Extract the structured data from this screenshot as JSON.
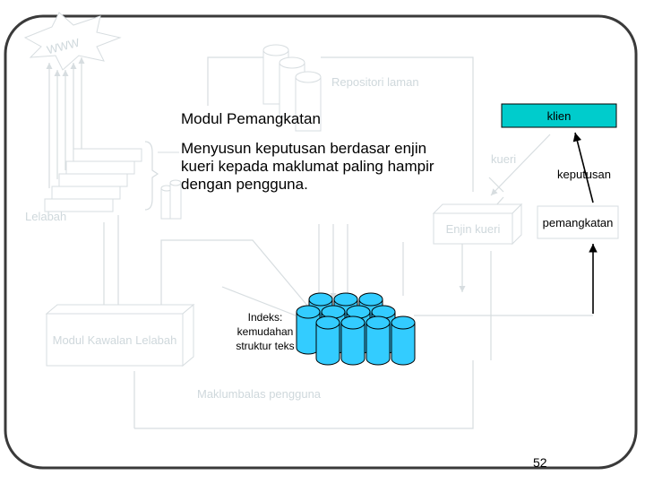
{
  "diagram": {
    "www_label": "WWW",
    "repository_label": "Repositori laman",
    "title": "Modul Pemangkatan",
    "description": "Menyusun keputusan berdasar enjin kueri kepada maklumat paling hampir dengan pengguna.",
    "crawler_label": "Lelabah",
    "client_label": "klien",
    "query_label": "kueri",
    "result_label": "keputusan",
    "query_engine_label": "Enjin kueri",
    "ranking_label": "pemangkatan",
    "crawl_control_label": "Modul Kawalan Lelabah",
    "index_label": "Indeks: kemudahan struktur teks",
    "feedback_label": "Maklumbalas pengguna",
    "page_number": "52"
  },
  "colors": {
    "client_fill": "#00cccc",
    "cylinder_fill": "#33ccff",
    "faint": "#cfd8dc",
    "frame": "#3a3a3a"
  }
}
